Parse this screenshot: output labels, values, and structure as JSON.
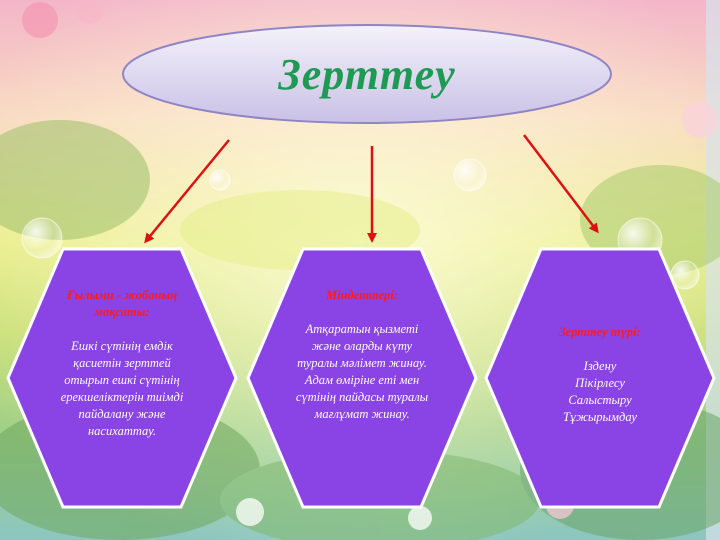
{
  "title": "Зерттеу",
  "boxes": [
    {
      "heading": "Ғылыми - жобаның мақсаты:",
      "lines": [
        "Ешкі сүтінің емдік қасиетін зерттей отырып ешкі сүтінің ерекшеліктерін тиімді пайдалану және насихаттау."
      ]
    },
    {
      "heading": "Міндеттері:",
      "lines": [
        "Атқаратын қызметі және оларды күту туралы мәлімет жинау.",
        "Адам өміріне еті мен сүтінің пайдасы туралы мағлұмат жинау."
      ]
    },
    {
      "heading": "Зерттеу түрі:",
      "lines": [
        "Іздену",
        "Пікірлесу",
        "Салыстыру",
        "Тұжырымдау"
      ]
    }
  ],
  "colors": {
    "hexagon_fill": "#8a44e6",
    "hexagon_border": "#ffffff",
    "heading": "#ff1a1a",
    "arrow": "#e01010",
    "title": "#1e9a52"
  }
}
